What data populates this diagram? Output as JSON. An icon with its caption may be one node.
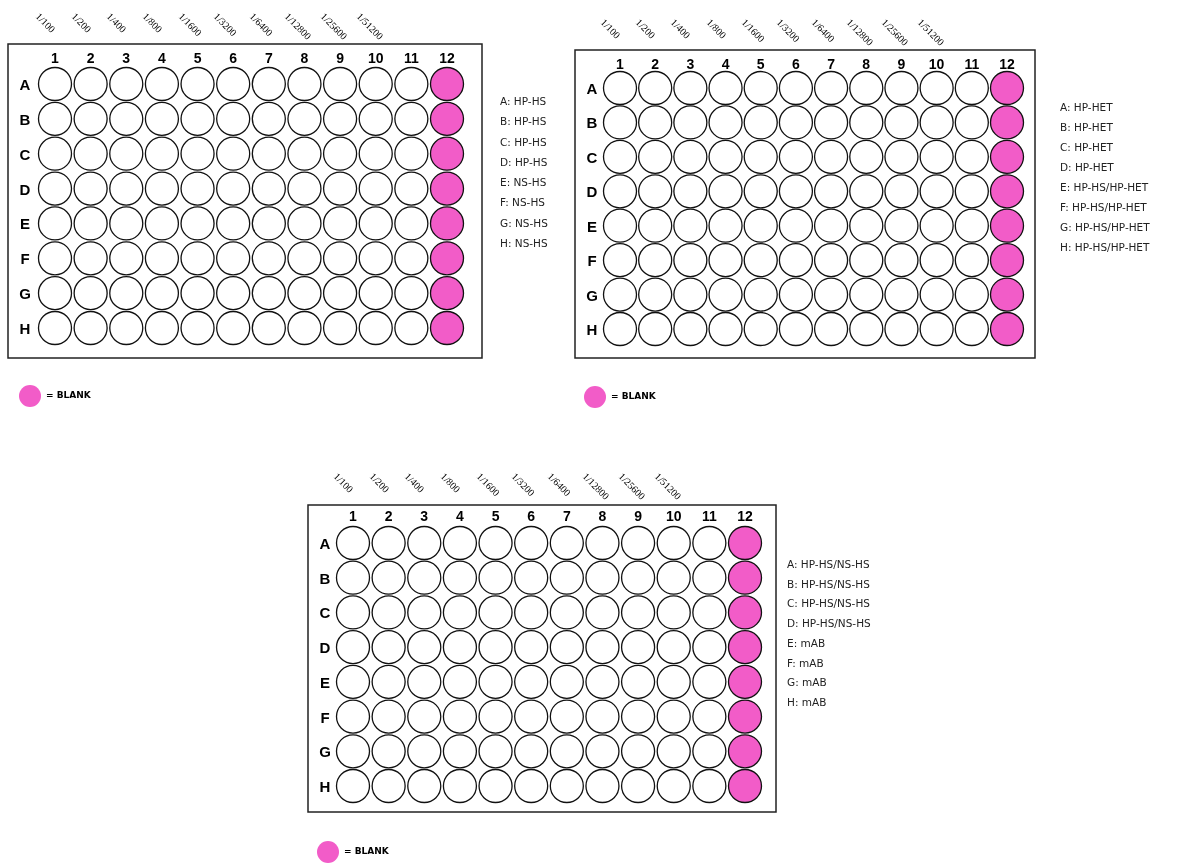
{
  "diagram": {
    "labels": [
      "1/100",
      "1/200",
      "1/400",
      "1/800",
      "1/1600",
      "1/3200",
      "1/6400",
      "1/12800",
      "1/25600",
      "1/51200",
      "1",
      "2",
      "3",
      "4",
      "5",
      "6",
      "7",
      "8",
      "9",
      "10",
      "11",
      "12",
      "A",
      "B",
      "C",
      "D",
      "E",
      "F",
      "G",
      "H",
      "A: HP-HS",
      "B: HP-HS",
      "C: HP-HS",
      "D: HP-HS",
      "E: NS-HS",
      "F: NS-HS",
      "G: NS-HS",
      "H: NS-HS",
      "1/100",
      "1/200",
      "1/400",
      "1/800",
      "1/1600",
      "1/3200",
      "1/6400",
      "1/12800",
      "1/25600",
      "1/51200",
      "1",
      "2",
      "3",
      "4",
      "5",
      "6",
      "7",
      "8",
      "9",
      "10",
      "11",
      "12",
      "A",
      "B",
      "C",
      "D",
      "E",
      "F",
      "G",
      "H",
      "A: HP-HET",
      "B: HP-HET",
      "C: HP-HET",
      "D: HP-HET",
      "E: HP-HS/HP-HET",
      "F: HP-HS/HP-HET",
      "G: HP-HS/HP-HET",
      "H: HP-HS/HP-HET",
      "1/100",
      "1/200",
      "1/400",
      "1/800",
      "1/1600",
      "1/3200",
      "1/6400",
      "1/12800",
      "1/25600",
      "1/51200",
      "1",
      "2",
      "3",
      "4",
      "5",
      "6",
      "7",
      "8",
      "9",
      "10",
      "11",
      "12",
      "A",
      "B",
      "C",
      "D",
      "E",
      "F",
      "G",
      "H",
      "A: HP-HS/NS-HS",
      "B: HP-HS/NS-HS",
      "C: HP-HS/NS-HS",
      "D: HP-HS/NS-HS",
      "E: mAB",
      "F: mAB",
      "G: mAB",
      "H: mAB"
    ],
    "legend": [
      {
        "text": "= BLANK",
        "color": "#f25cc8"
      },
      {
        "text": "= BLANK",
        "color": "#f25cc8"
      },
      {
        "text": "= BLANK",
        "color": "#f25cc8"
      }
    ]
  }
}
